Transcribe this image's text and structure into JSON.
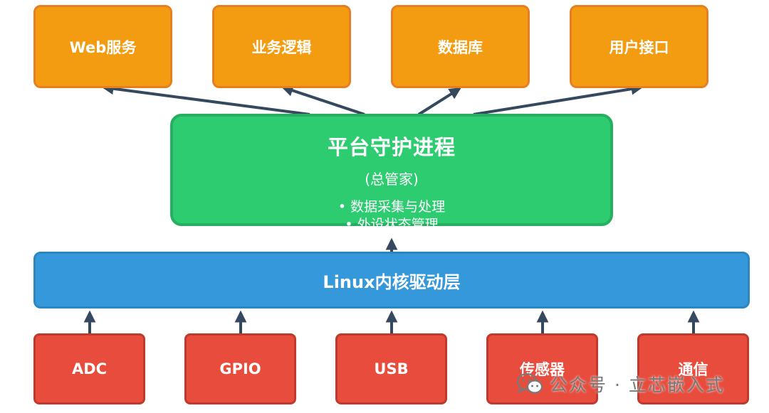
{
  "services": [
    {
      "label": "Web服务"
    },
    {
      "label": "业务逻辑"
    },
    {
      "label": "数据库"
    },
    {
      "label": "用户接口"
    }
  ],
  "daemon": {
    "title": "平台守护进程",
    "subtitle": "(总管家)",
    "features": [
      "数据采集与处理",
      "外设状态管理"
    ]
  },
  "kernel": {
    "label": "Linux内核驱动层"
  },
  "hardware": [
    {
      "label": "ADC"
    },
    {
      "label": "GPIO"
    },
    {
      "label": "USB"
    },
    {
      "label": "传感器"
    },
    {
      "label": "通信"
    }
  ],
  "watermark": {
    "text": "公众号 · 立芯嵌入式",
    "icon": "wechat-icon"
  },
  "colors": {
    "service": "#f39c12",
    "daemon": "#2ecc71",
    "kernel": "#3498db",
    "hardware": "#e74c3c",
    "arrow": "#34495e"
  }
}
